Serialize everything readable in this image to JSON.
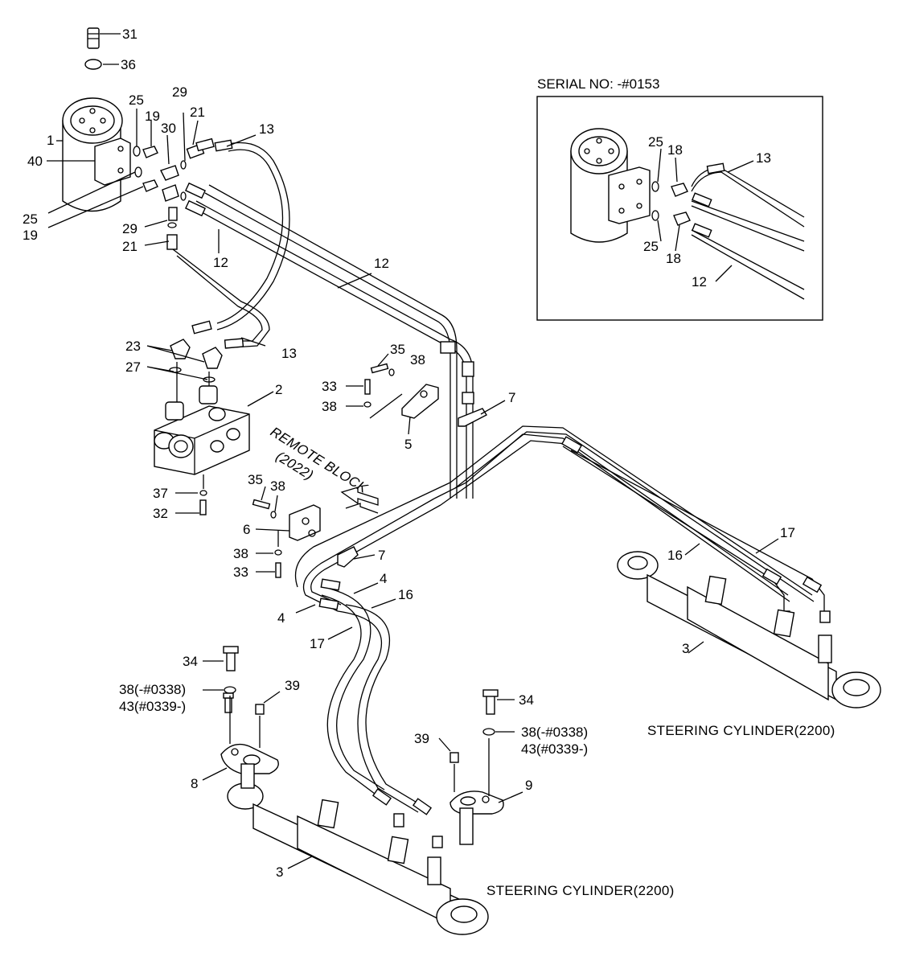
{
  "inset": {
    "title": "SERIAL NO: -#0153",
    "labels": [
      "25",
      "18",
      "13",
      "25",
      "18",
      "12"
    ]
  },
  "captions": {
    "right_cylinder": "STEERING CYLINDER(2200)",
    "bottom_cylinder": "STEERING CYLINDER(2200)",
    "remote_block": "REMOTE BLOCK",
    "remote_block_num": "(2022)"
  },
  "callouts": [
    "31",
    "36",
    "1",
    "40",
    "25",
    "19",
    "25",
    "19",
    "30",
    "29",
    "21",
    "13",
    "29",
    "21",
    "12",
    "12",
    "13",
    "23",
    "27",
    "2",
    "35",
    "38",
    "33",
    "38",
    "5",
    "7",
    "37",
    "32",
    "35",
    "38",
    "6",
    "38",
    "33",
    "7",
    "4",
    "16",
    "4",
    "17",
    "17",
    "16",
    "3",
    "34",
    "38(-#0338)",
    "43(#0339-)",
    "39",
    "8",
    "34",
    "39",
    "38(-#0338)",
    "43(#0339-)",
    "9",
    "3"
  ]
}
